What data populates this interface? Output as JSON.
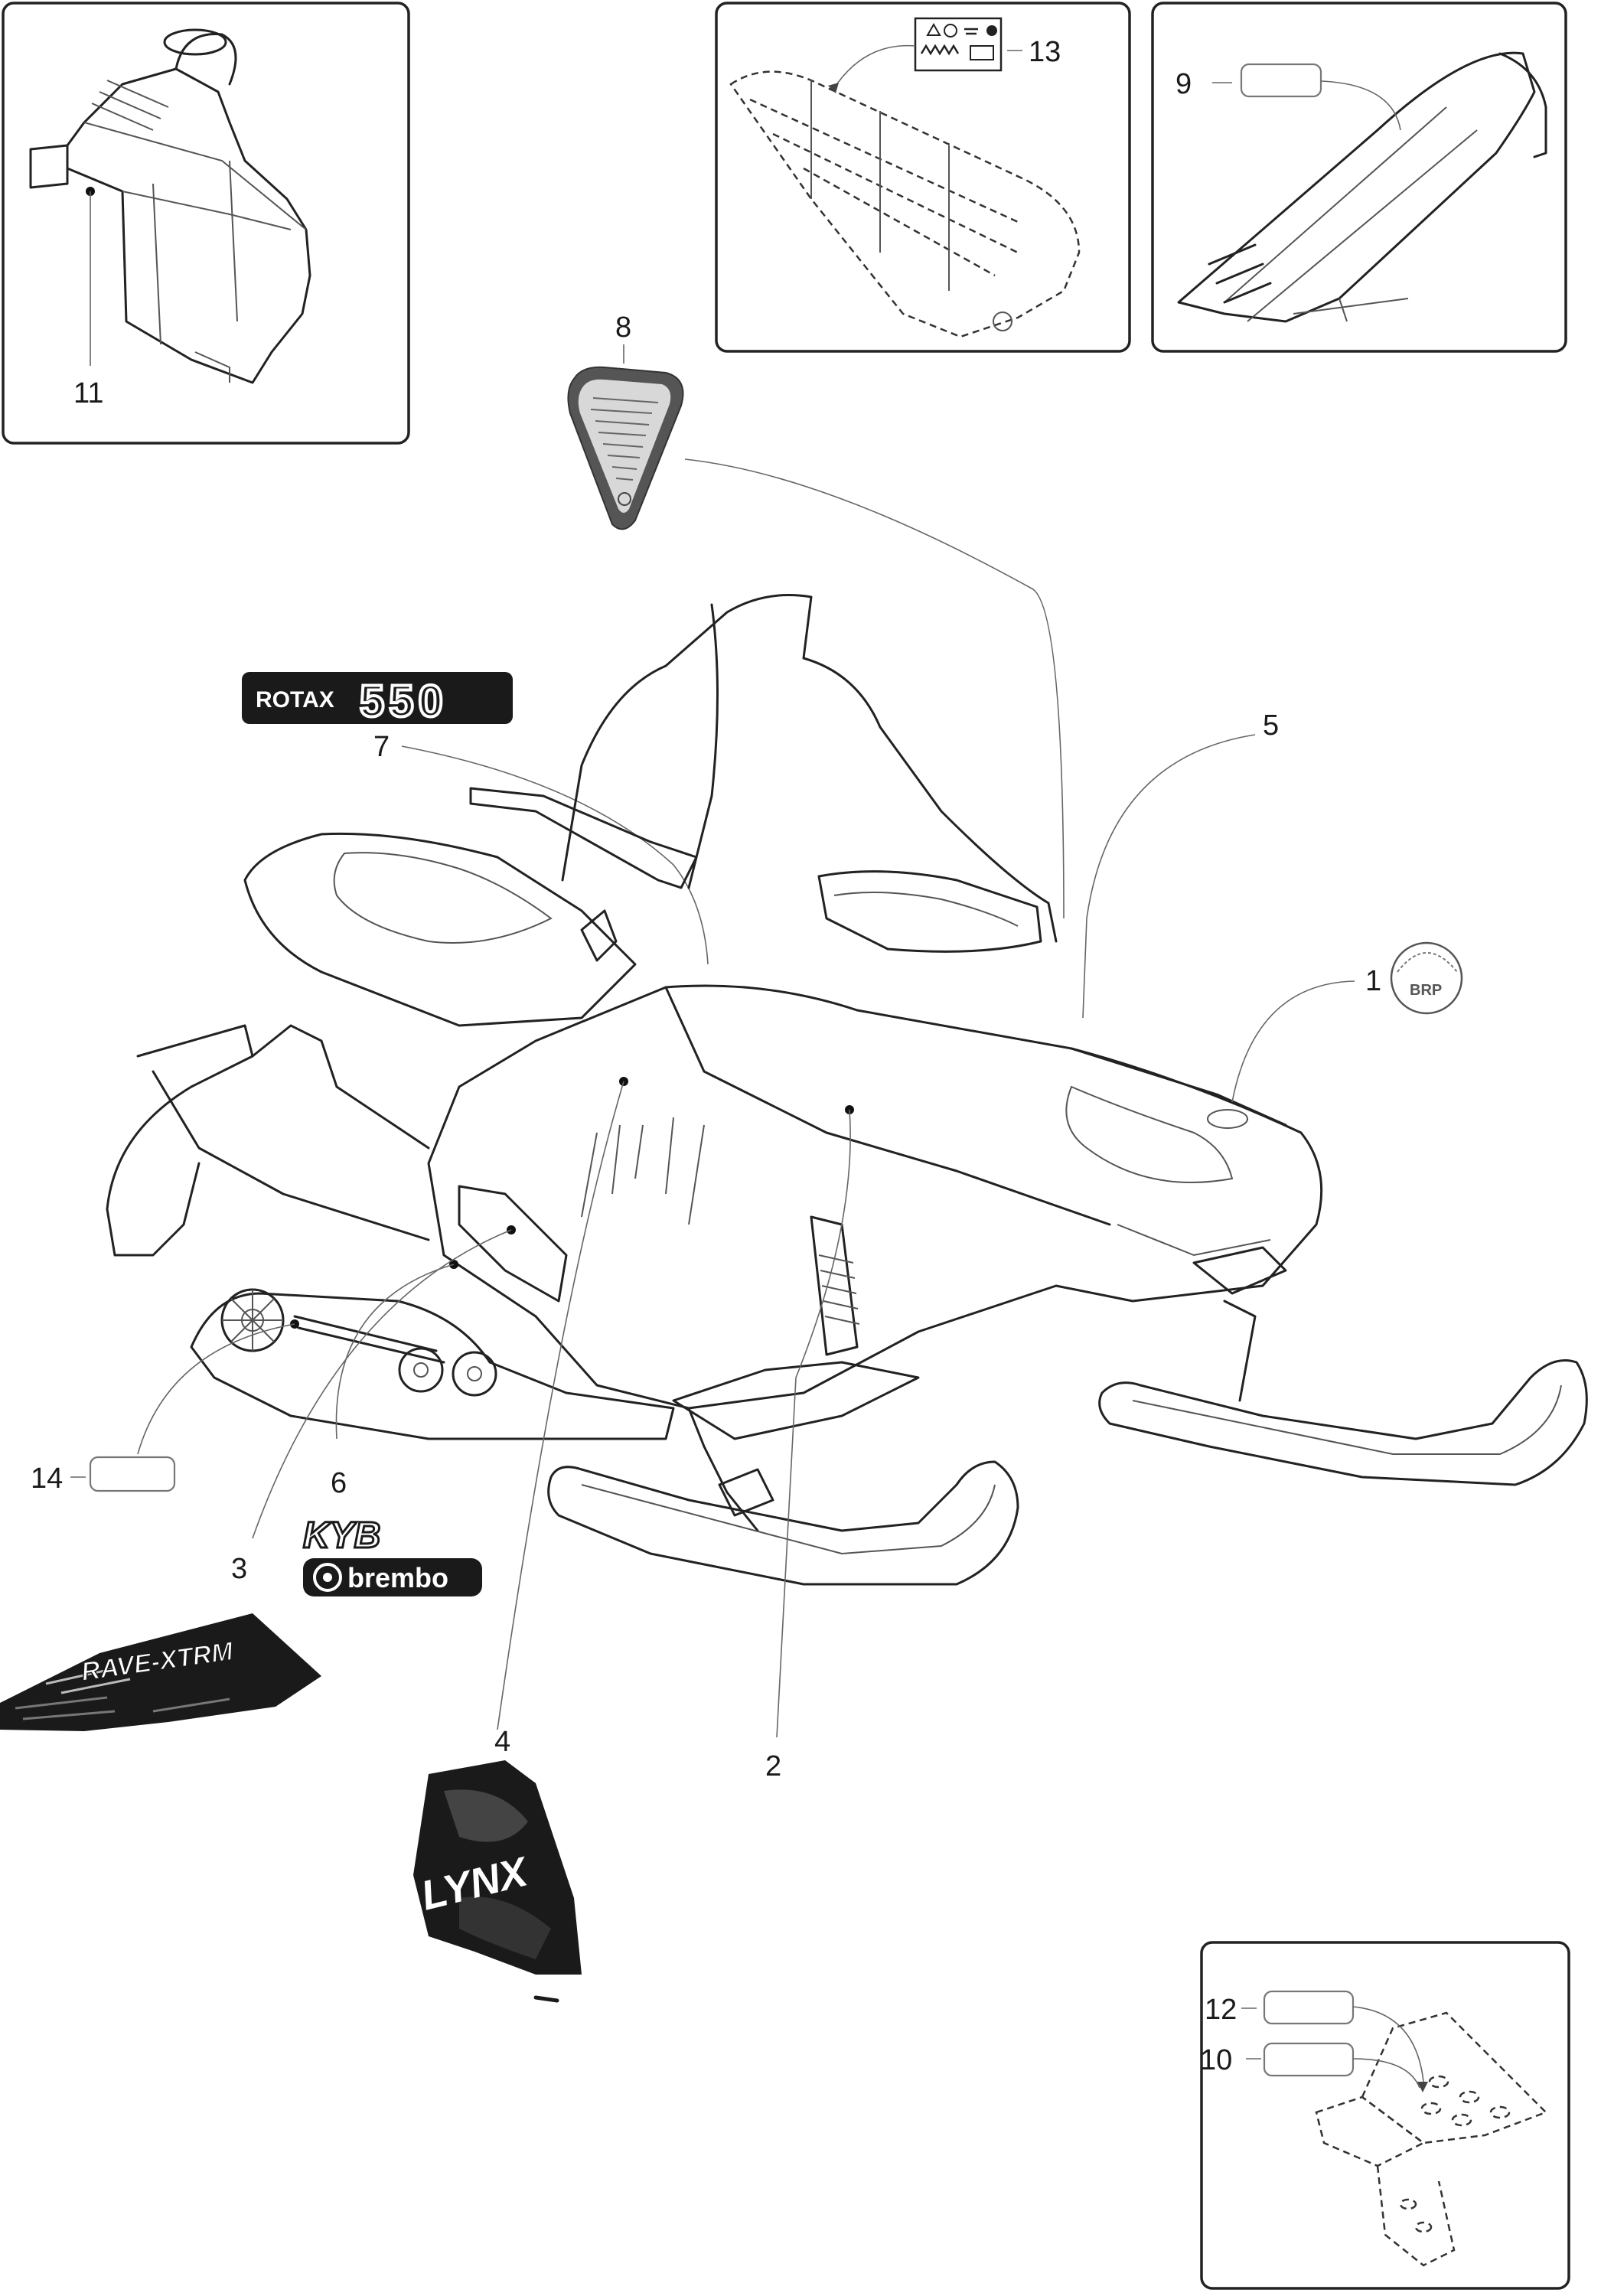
{
  "callouts": {
    "c1": "1",
    "c2": "2",
    "c3": "3",
    "c4": "4",
    "c5": "5",
    "c6": "6",
    "c7": "7",
    "c8": "8",
    "c9": "9",
    "c10": "10",
    "c11": "11",
    "c12": "12",
    "c13": "13",
    "c14": "14"
  },
  "decals": {
    "rotax": "ROTAX",
    "rotax_model": "550",
    "kyb": "KYB",
    "brembo": "brembo",
    "rave": "RAVE-XTRM",
    "lynx": "LYNX",
    "brp": "BRP"
  },
  "colors": {
    "line": "#222222",
    "decal_dark": "#1a1a1a",
    "decal_grey": "#555555"
  }
}
